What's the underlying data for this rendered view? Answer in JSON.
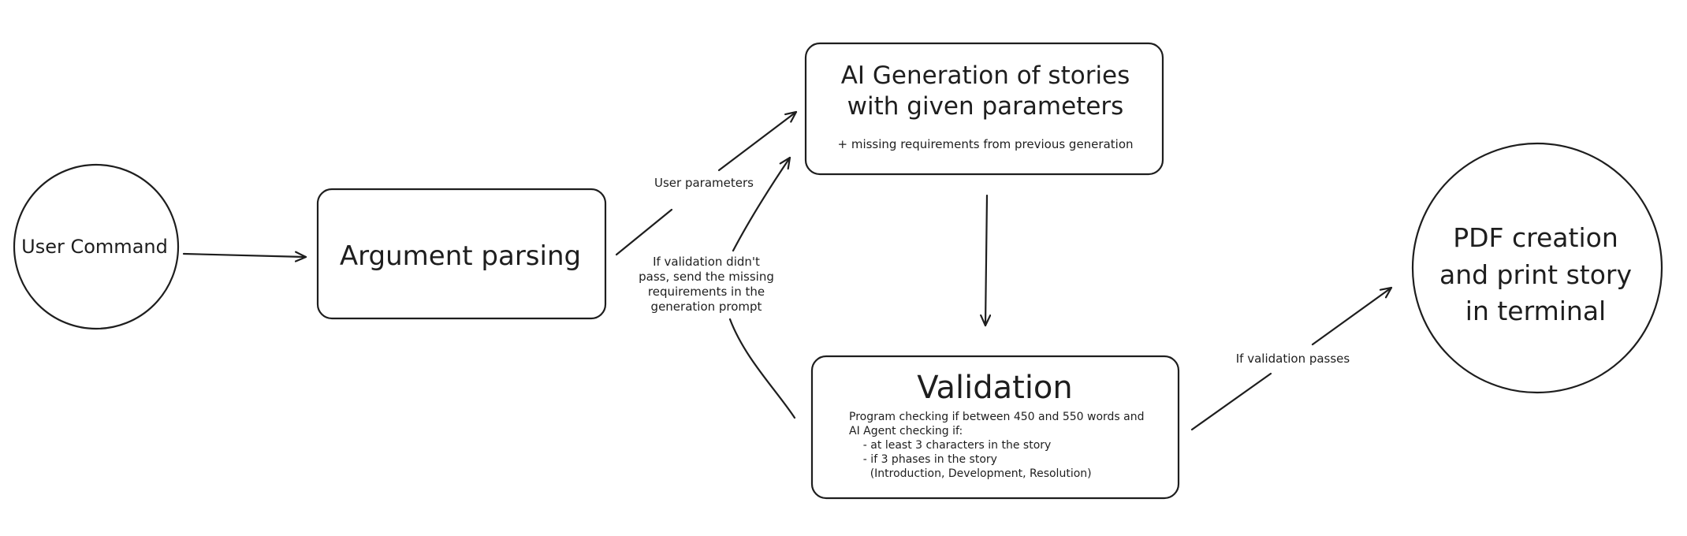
{
  "diagram": {
    "nodes": {
      "user_command": {
        "label": "User Command"
      },
      "argument_parsing": {
        "label": "Argument parsing"
      },
      "ai_generation": {
        "title_line1": "AI Generation of stories",
        "title_line2": "with given parameters",
        "note": "+ missing requirements from previous generation"
      },
      "validation": {
        "title": "Validation",
        "details": [
          "Program checking if between 450 and 550 words and",
          "AI Agent checking if:",
          "    - at least 3 characters in the story",
          "    - if 3 phases in the story",
          "      (Introduction, Development, Resolution)"
        ]
      },
      "pdf_creation": {
        "line1": "PDF creation",
        "line2": "and print story",
        "line3": "in terminal"
      }
    },
    "edges": {
      "user_parameters": "User parameters",
      "retry": [
        "If validation didn't",
        "pass, send the missing",
        "requirements in the",
        "generation prompt"
      ],
      "validation_passes": "If validation passes"
    }
  }
}
